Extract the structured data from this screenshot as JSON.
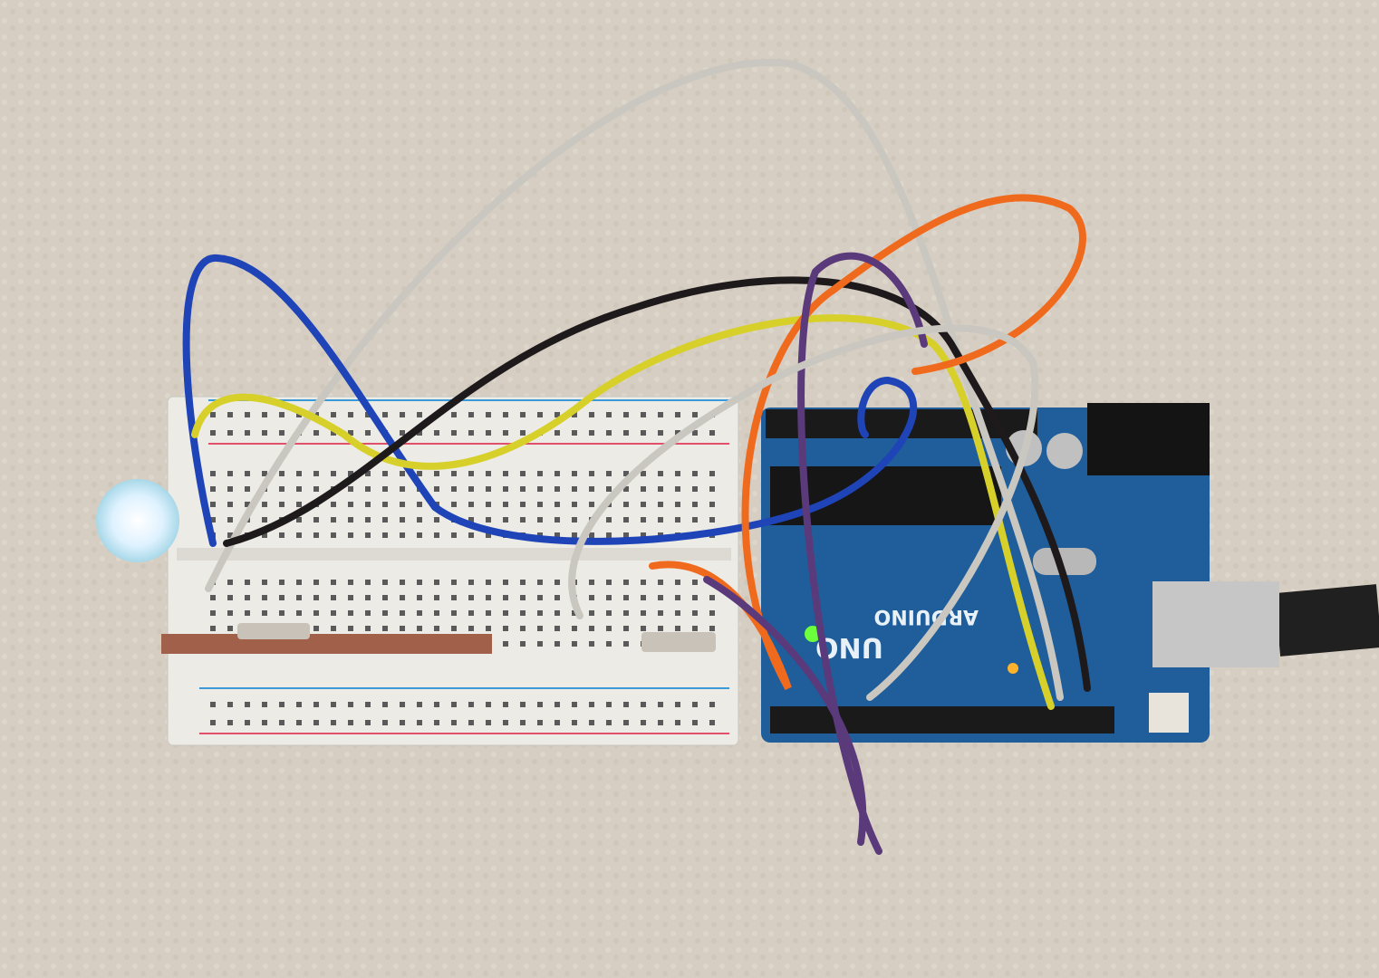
{
  "scene": {
    "description_items": [
      "breadboard",
      "arduino-board",
      "rgb-led",
      "jumper-wires",
      "usb-cable"
    ],
    "board_logo": {
      "model": "UNO",
      "brand": "ARDUINO"
    },
    "colors": {
      "towel": "#d6cec2",
      "breadboard": "#ecebe6",
      "board": "#1f5e9a",
      "led_glow": "#eaf6ff",
      "wire_gray": "#c9c7c0",
      "wire_blue": "#1f44b8",
      "wire_yellow": "#d8d02a",
      "wire_black": "#1e1a1c",
      "wire_orange": "#f06a1e",
      "wire_purple": "#5a3a7a",
      "rail_red": "#e0506a",
      "rail_blue": "#3a9ad8"
    }
  }
}
